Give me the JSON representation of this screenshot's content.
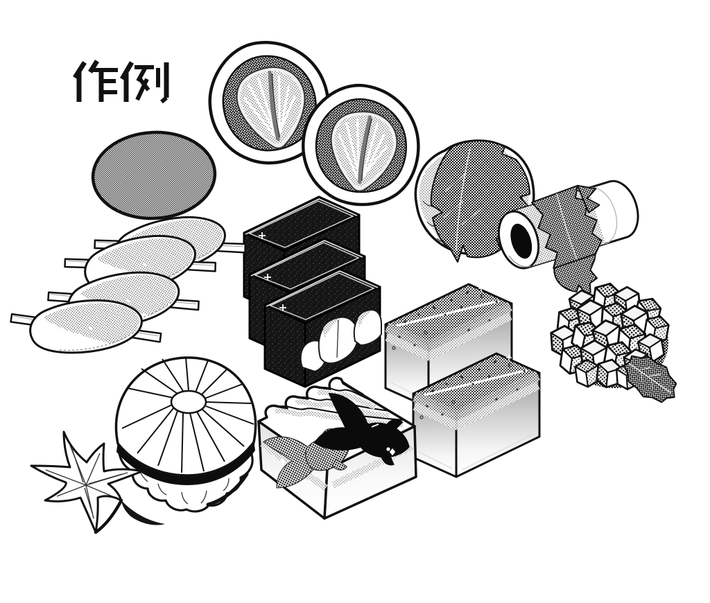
{
  "page": {
    "background_color": "#ffffff",
    "ink_color": "#111111"
  },
  "illustration": {
    "title": "作例",
    "items": [
      "strawberry-daifuku-left",
      "strawberry-daifuku-right",
      "round-mochi",
      "skewered-dango-1",
      "skewered-dango-2",
      "skewered-dango-3",
      "skewered-dango-4",
      "kuri-yokan-box-back",
      "kuri-yokan-box-middle",
      "kuri-yokan-box-front",
      "sakura-mochi-ball",
      "sakura-mochi-roll",
      "kohakuto-crystal-cluster",
      "crystal-cluster-leaf",
      "jelly-block-back",
      "jelly-block-front",
      "goldfish-jelly-cube",
      "chrysanthemum-monaka",
      "maple-leaf-sweet"
    ],
    "palette": {
      "paper": "#ffffff",
      "ink": "#111111",
      "halftone_dark": "#111111",
      "halftone_mid": "#555555"
    }
  }
}
